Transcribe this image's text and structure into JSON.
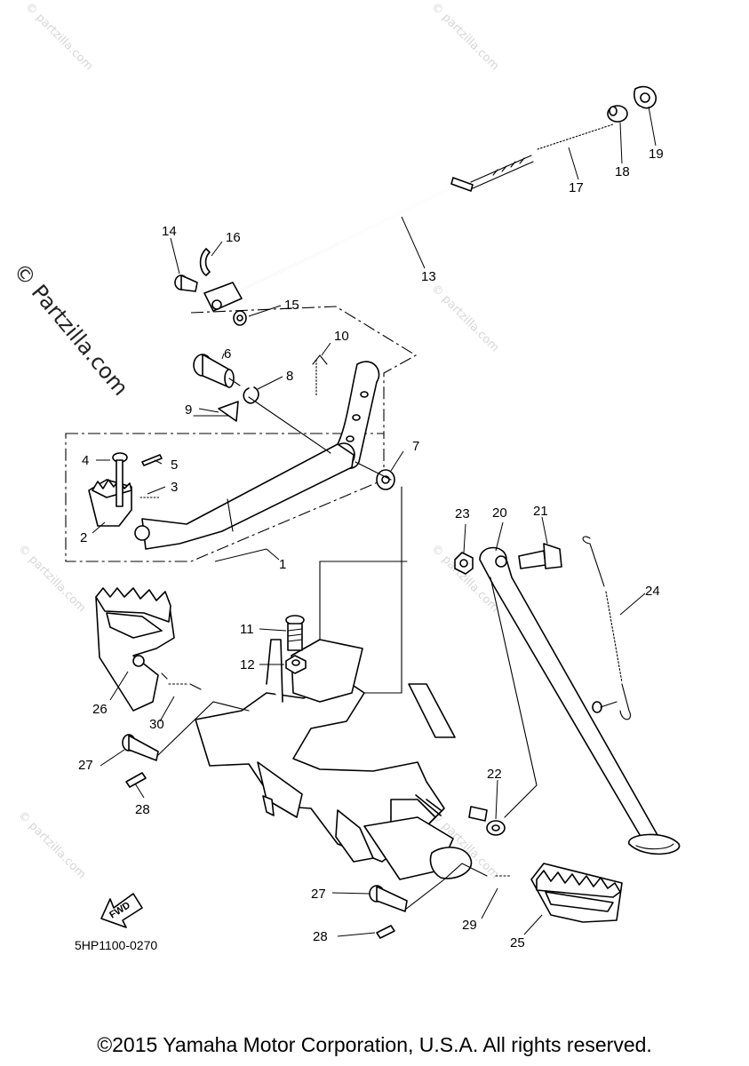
{
  "watermark": {
    "small_text": "© partzilla.com",
    "big_text": "© Partzilla.com"
  },
  "diagram_code": "5HP1100-0270",
  "fwd_label": "FWD",
  "copyright": "©2015 Yamaha Motor Corporation, U.S.A. All rights reserved.",
  "callouts": [
    "1",
    "2",
    "3",
    "4",
    "5",
    "6",
    "7",
    "8",
    "9",
    "10",
    "11",
    "12",
    "13",
    "14",
    "15",
    "16",
    "17",
    "18",
    "19",
    "20",
    "21",
    "22",
    "23",
    "24",
    "25",
    "26",
    "27",
    "28",
    "29",
    "30",
    "27",
    "28"
  ]
}
